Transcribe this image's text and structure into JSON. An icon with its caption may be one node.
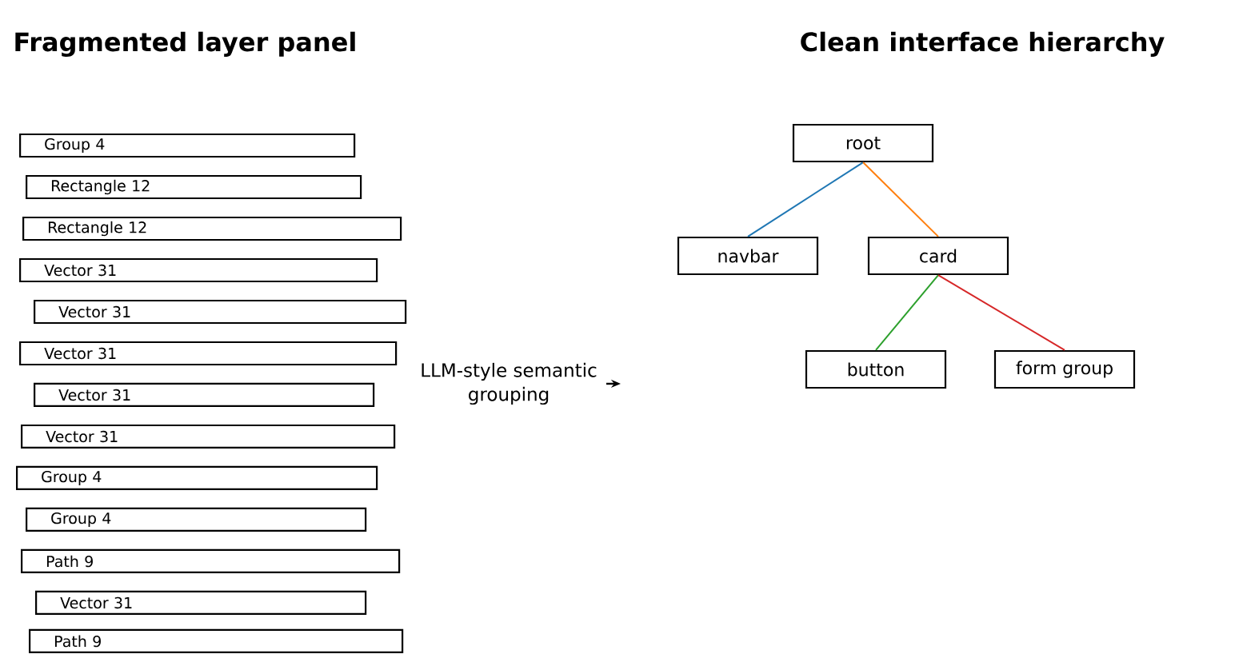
{
  "diagram": {
    "nodes": [
      {
        "text": [
          "Group 4"
        ]
      },
      {
        "text": [
          "Rectangle 12"
        ]
      },
      {
        "text": [
          "Rectangle 12"
        ]
      },
      {
        "text": [
          "Vector 31"
        ]
      },
      {
        "text": [
          "Vector 31"
        ]
      },
      {
        "text": [
          "Vector 31"
        ]
      },
      {
        "text": [
          "Vector 31"
        ]
      },
      {
        "text": [
          "Vector 31"
        ]
      },
      {
        "text": [
          "Group 4"
        ]
      },
      {
        "text": [
          "Group 4"
        ]
      },
      {
        "text": [
          "Path 9"
        ]
      },
      {
        "text": [
          "Vector 31"
        ]
      },
      {
        "text": [
          "Path 9"
        ]
      },
      {
        "text": [
          "root"
        ]
      },
      {
        "text": [
          "navbar"
        ]
      },
      {
        "text": [
          "card"
        ]
      },
      {
        "text": [
          "button"
        ]
      },
      {
        "text": [
          "form group"
        ]
      }
    ],
    "edges": [
      {
        "from": 13,
        "to": 14,
        "arrow": "none",
        "color": "#1f77b4"
      },
      {
        "from": 13,
        "to": 15,
        "arrow": "none",
        "color": "#ff7f0e"
      },
      {
        "from": 15,
        "to": 16,
        "arrow": "none",
        "color": "#2ca02c"
      },
      {
        "from": 15,
        "to": 17,
        "arrow": "none",
        "color": "#d62728"
      }
    ],
    "labels": [
      "Fragmented layer panel",
      "Clean interface hierarchy",
      "LLM-style semantic grouping"
    ]
  }
}
